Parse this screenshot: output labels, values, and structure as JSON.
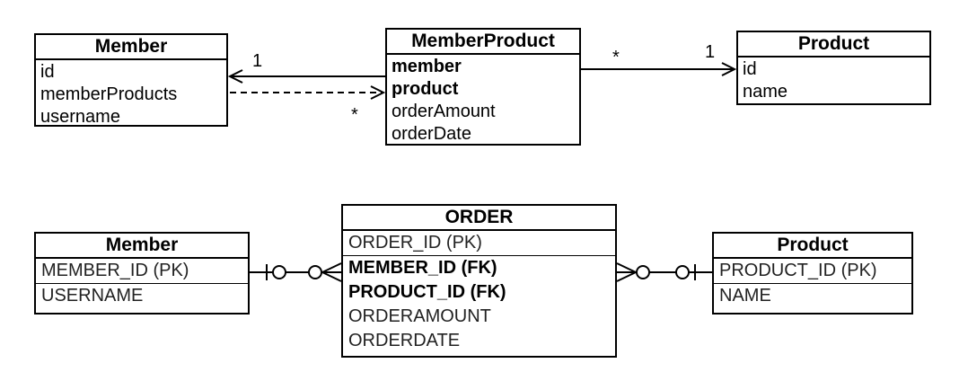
{
  "uml": {
    "member": {
      "title": "Member",
      "fields": [
        "id",
        "memberProducts",
        "username"
      ]
    },
    "member_product": {
      "title": "MemberProduct",
      "fields": [
        {
          "text": "member",
          "bold": true
        },
        {
          "text": "product",
          "bold": true
        },
        {
          "text": "orderAmount",
          "bold": false
        },
        {
          "text": "orderDate",
          "bold": false
        }
      ]
    },
    "product": {
      "title": "Product",
      "fields": [
        "id",
        "name"
      ]
    },
    "multiplicity": {
      "member_end": "1",
      "member_products_end": "*",
      "mp_product_end": "*",
      "product_end": "1"
    }
  },
  "erd": {
    "member": {
      "title": "Member",
      "pk": "MEMBER_ID (PK)",
      "columns": [
        "USERNAME"
      ]
    },
    "order": {
      "title": "ORDER",
      "pk": "ORDER_ID (PK)",
      "fks": [
        "MEMBER_ID (FK)",
        "PRODUCT_ID (FK)"
      ],
      "columns": [
        "ORDERAMOUNT",
        "ORDERDATE"
      ]
    },
    "product": {
      "title": "Product",
      "pk": "PRODUCT_ID (PK)",
      "columns": [
        "NAME"
      ]
    }
  }
}
